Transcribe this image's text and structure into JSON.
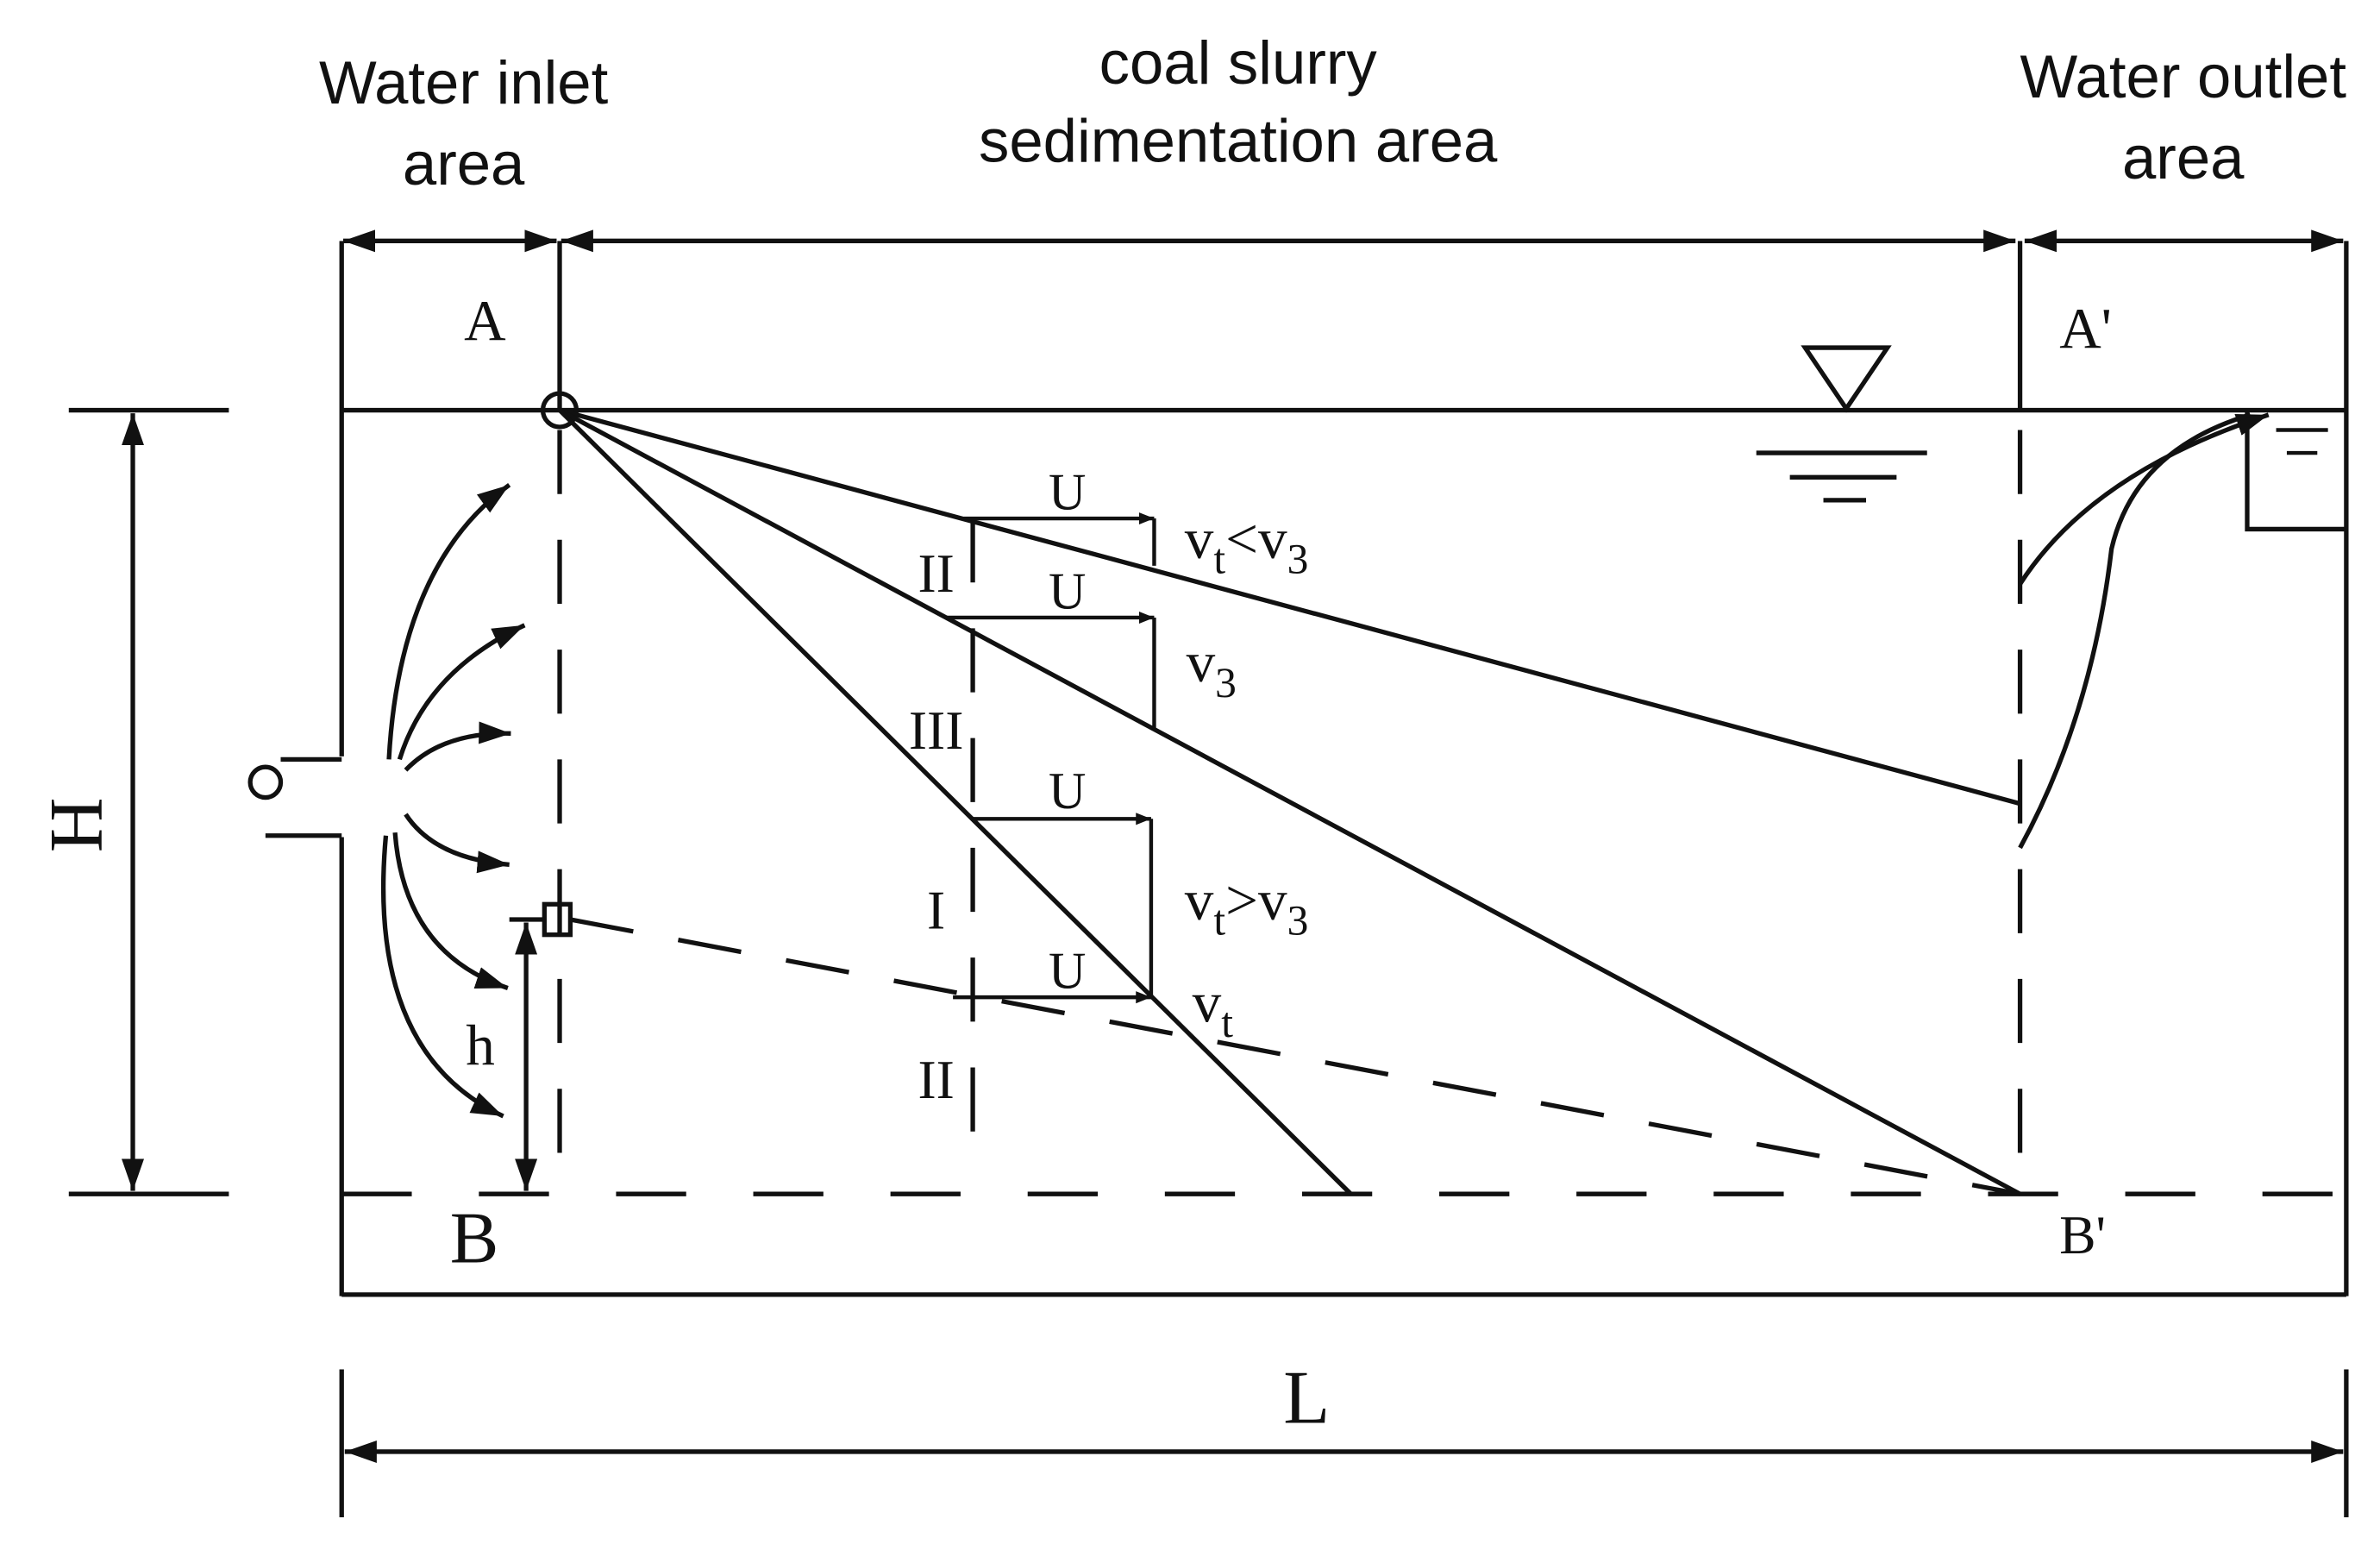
{
  "header": {
    "inlet_line1": "Water inlet",
    "inlet_line2": "area",
    "sediment_line1": "coal slurry",
    "sediment_line2": "sedimentation area",
    "outlet_line1": "Water outlet",
    "outlet_line2": "area"
  },
  "points": {
    "a": "A",
    "a_prime": "A'",
    "b": "B",
    "b_prime": "B'"
  },
  "dimensions": {
    "height": "H",
    "small_height": "h",
    "length": "L"
  },
  "zones": {
    "zone_ii_top": "II",
    "zone_iii": "III",
    "zone_i": "I",
    "zone_ii_bottom": "II"
  },
  "velocity": {
    "u": "U",
    "v_letter": "v",
    "sub_t": "t",
    "sub_3": "3",
    "less_than": "<",
    "greater_than": ">"
  }
}
